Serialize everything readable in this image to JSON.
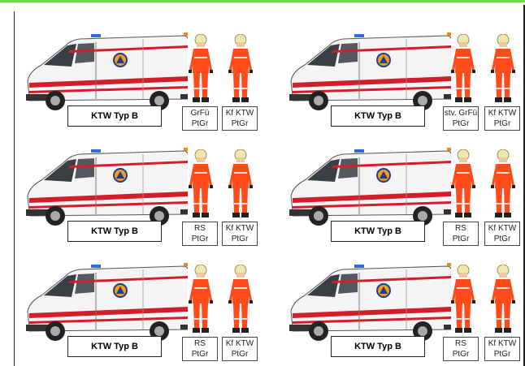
{
  "groups": [
    {
      "vehicle": "KTW Typ B",
      "persons": [
        {
          "role": "GrFü",
          "unit": "PtGr"
        },
        {
          "role": "Kf KTW",
          "unit": "PtGr"
        }
      ]
    },
    {
      "vehicle": "KTW Typ B",
      "persons": [
        {
          "role": "stv. GrFü",
          "unit": "PtGr"
        },
        {
          "role": "Kf KTW",
          "unit": "PtGr"
        }
      ]
    },
    {
      "vehicle": "KTW Typ B",
      "persons": [
        {
          "role": "RS",
          "unit": "PtGr"
        },
        {
          "role": "Kf KTW",
          "unit": "PtGr"
        }
      ]
    },
    {
      "vehicle": "KTW Typ B",
      "persons": [
        {
          "role": "RS",
          "unit": "PtGr"
        },
        {
          "role": "Kf KTW",
          "unit": "PtGr"
        }
      ]
    },
    {
      "vehicle": "KTW Typ B",
      "persons": [
        {
          "role": "RS",
          "unit": "PtGr"
        },
        {
          "role": "Kf KTW",
          "unit": "PtGr"
        }
      ]
    },
    {
      "vehicle": "KTW Typ B",
      "persons": [
        {
          "role": "RS",
          "unit": "PtGr"
        },
        {
          "role": "Kf KTW",
          "unit": "PtGr"
        }
      ]
    }
  ],
  "colors": {
    "van_body": "#f4f4f4",
    "van_stripe": "#d21e2b",
    "suit": "#ff4a1a",
    "helmet": "#f0e6b0",
    "top_border": "#6fdc3a"
  }
}
